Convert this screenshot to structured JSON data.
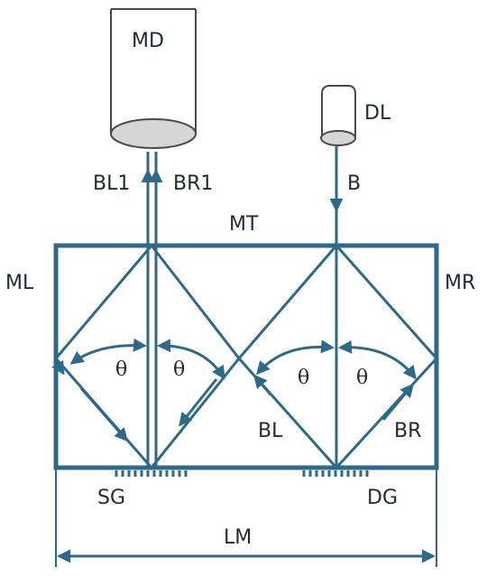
{
  "colors": {
    "beam": "#2d6a8a",
    "outline": "#4a4a4a",
    "lens_fill": "#d6d6d6",
    "text": "#1f2a33"
  },
  "components": {
    "detector": "MD",
    "laser": "DL"
  },
  "mirrors": {
    "top": "MT",
    "left": "ML",
    "right": "MR"
  },
  "gratings": {
    "source": "SG",
    "detector": "DG"
  },
  "beams": {
    "input": "B",
    "left": "BL",
    "right": "BR",
    "output_left": "BL1",
    "output_right": "BR1"
  },
  "angle_symbol": "θ",
  "dimension": "LM"
}
